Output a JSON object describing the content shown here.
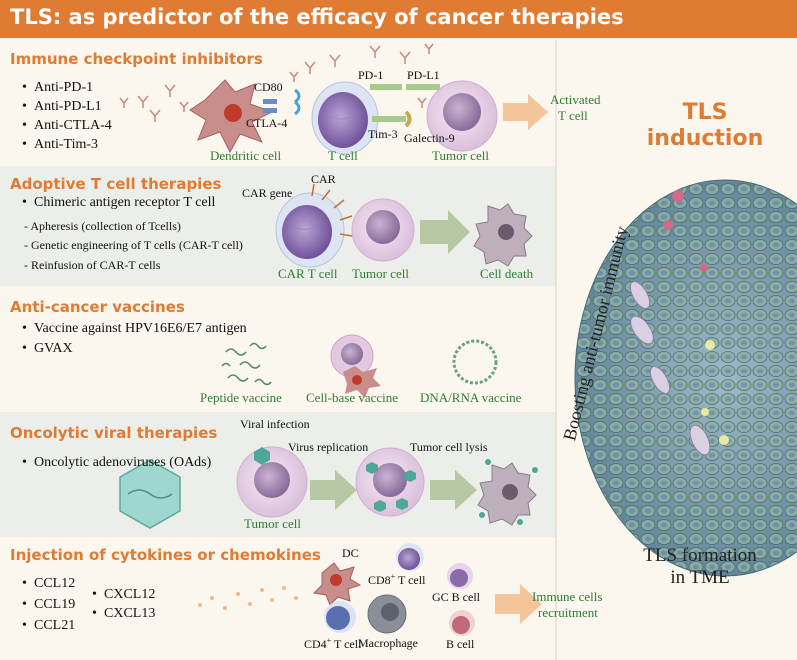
{
  "header": {
    "title": "TLS: as predictor of the efficacy of  cancer therapies"
  },
  "right": {
    "induction_line1": "TLS",
    "induction_line2": "induction",
    "boost": "Boosting anti-tumor immunity",
    "formation_line1": "TLS formation",
    "formation_line2": "in TME"
  },
  "ici": {
    "title": "Immune checkpoint inhibitors",
    "items": [
      "Anti-PD-1",
      "Anti-PD-L1",
      "Anti-CTLA-4",
      "Anti-Tim-3"
    ],
    "labels": {
      "cd80": "CD80",
      "ctla4": "CTLA-4",
      "pd1": "PD-1",
      "pdl1": "PD-L1",
      "tim3": "Tim-3",
      "galectin9": "Galectin-9",
      "dendritic": "Dendritic cell",
      "tcell": "T cell",
      "tumor": "Tumor cell",
      "activated1": "Activated",
      "activated2": "T cell"
    }
  },
  "act": {
    "title": "Adoptive T cell therapies",
    "item": "Chimeric antigen receptor T cell",
    "sub": [
      "- Apheresis (collection of Tcells)",
      "- Genetic engineering of T cells (CAR-T cell)",
      "- Reinfusion of CAR-T cells"
    ],
    "labels": {
      "car": "CAR",
      "cargene": "CAR gene",
      "cart": "CAR T cell",
      "tumor": "Tumor cell",
      "death": "Cell death"
    }
  },
  "vac": {
    "title": "Anti-cancer vaccines",
    "items": [
      "Vaccine against HPV16E6/E7 antigen",
      "GVAX"
    ],
    "labels": {
      "peptide": "Peptide vaccine",
      "cellbase": "Cell-base vaccine",
      "dna": "DNA/RNA vaccine"
    }
  },
  "ovt": {
    "title": "Oncolytic viral therapies",
    "item": "Oncolytic adenoviruses (OAds)",
    "labels": {
      "infection": "Viral infection",
      "replication": "Virus replication",
      "lysis": "Tumor cell lysis",
      "tumor": "Tumor cell"
    }
  },
  "cyto": {
    "title": "Injection of cytokines or chemokines",
    "col1": [
      "CCL12",
      "CCL19",
      "CCL21"
    ],
    "col2": [
      "CXCL12",
      "CXCL13"
    ],
    "labels": {
      "dc": "DC",
      "cd8": "CD8",
      "cd4": "CD4",
      "tcell": " T cell",
      "gcb": "GC B cell",
      "mac": "Macrophage",
      "bcell": "B cell",
      "recruit1": "Immune cells",
      "recruit2": "recruitment"
    }
  },
  "colors": {
    "accent": "#e07b34",
    "green": "#2e7d32",
    "panel_grey": "#eceee9",
    "cell_purple": "#7a5a9e",
    "tumor_pink": "#e6d3e6"
  }
}
